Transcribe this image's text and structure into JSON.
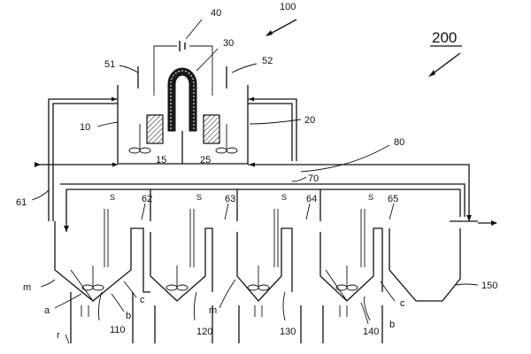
{
  "figure": {
    "system_label": "200",
    "apparatus_label": "100",
    "labels": {
      "power": "40",
      "membrane": "30",
      "inlet_left": "51",
      "inlet_right": "52",
      "chamber_left": "10",
      "chamber_right": "20",
      "electrode_left": "15",
      "electrode_right": "25",
      "line_80": "80",
      "line_70": "70",
      "line_61": "61",
      "line_62": "62",
      "line_63": "63",
      "line_64": "64",
      "line_65": "65",
      "tank_110": "110",
      "tank_120": "120",
      "tank_130": "130",
      "tank_140": "140",
      "tank_150": "150",
      "m_left": "m",
      "m_mid": "m",
      "a": "a",
      "b_left": "b",
      "c_left": "c",
      "b_right": "b",
      "c_right": "c",
      "r": "r",
      "s1": "S",
      "s2": "S",
      "s3": "S",
      "s4": "S"
    }
  }
}
